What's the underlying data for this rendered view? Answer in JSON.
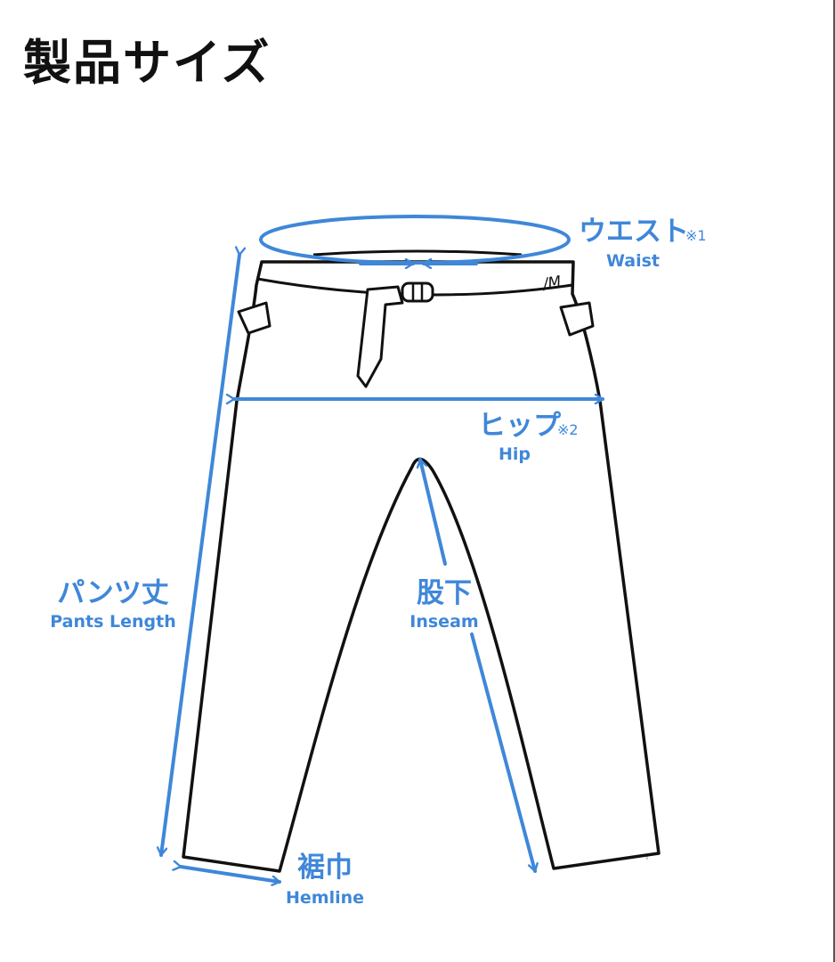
{
  "page": {
    "title": "製品サイズ"
  },
  "colors": {
    "accent": "#3f87d9",
    "outline": "#111111",
    "seam": "#c8c8c8",
    "title": "#111111"
  },
  "measurements": {
    "waist": {
      "jp": "ウエスト",
      "note": "※1",
      "en": "Waist"
    },
    "hip": {
      "jp": "ヒップ",
      "note": "※2",
      "en": "Hip"
    },
    "pants_length": {
      "jp": "パンツ丈",
      "en": "Pants Length"
    },
    "inseam": {
      "jp": "股下",
      "en": "Inseam"
    },
    "hemline": {
      "jp": "裾巾",
      "en": "Hemline"
    }
  },
  "garment": {
    "tag_text": "/M"
  }
}
